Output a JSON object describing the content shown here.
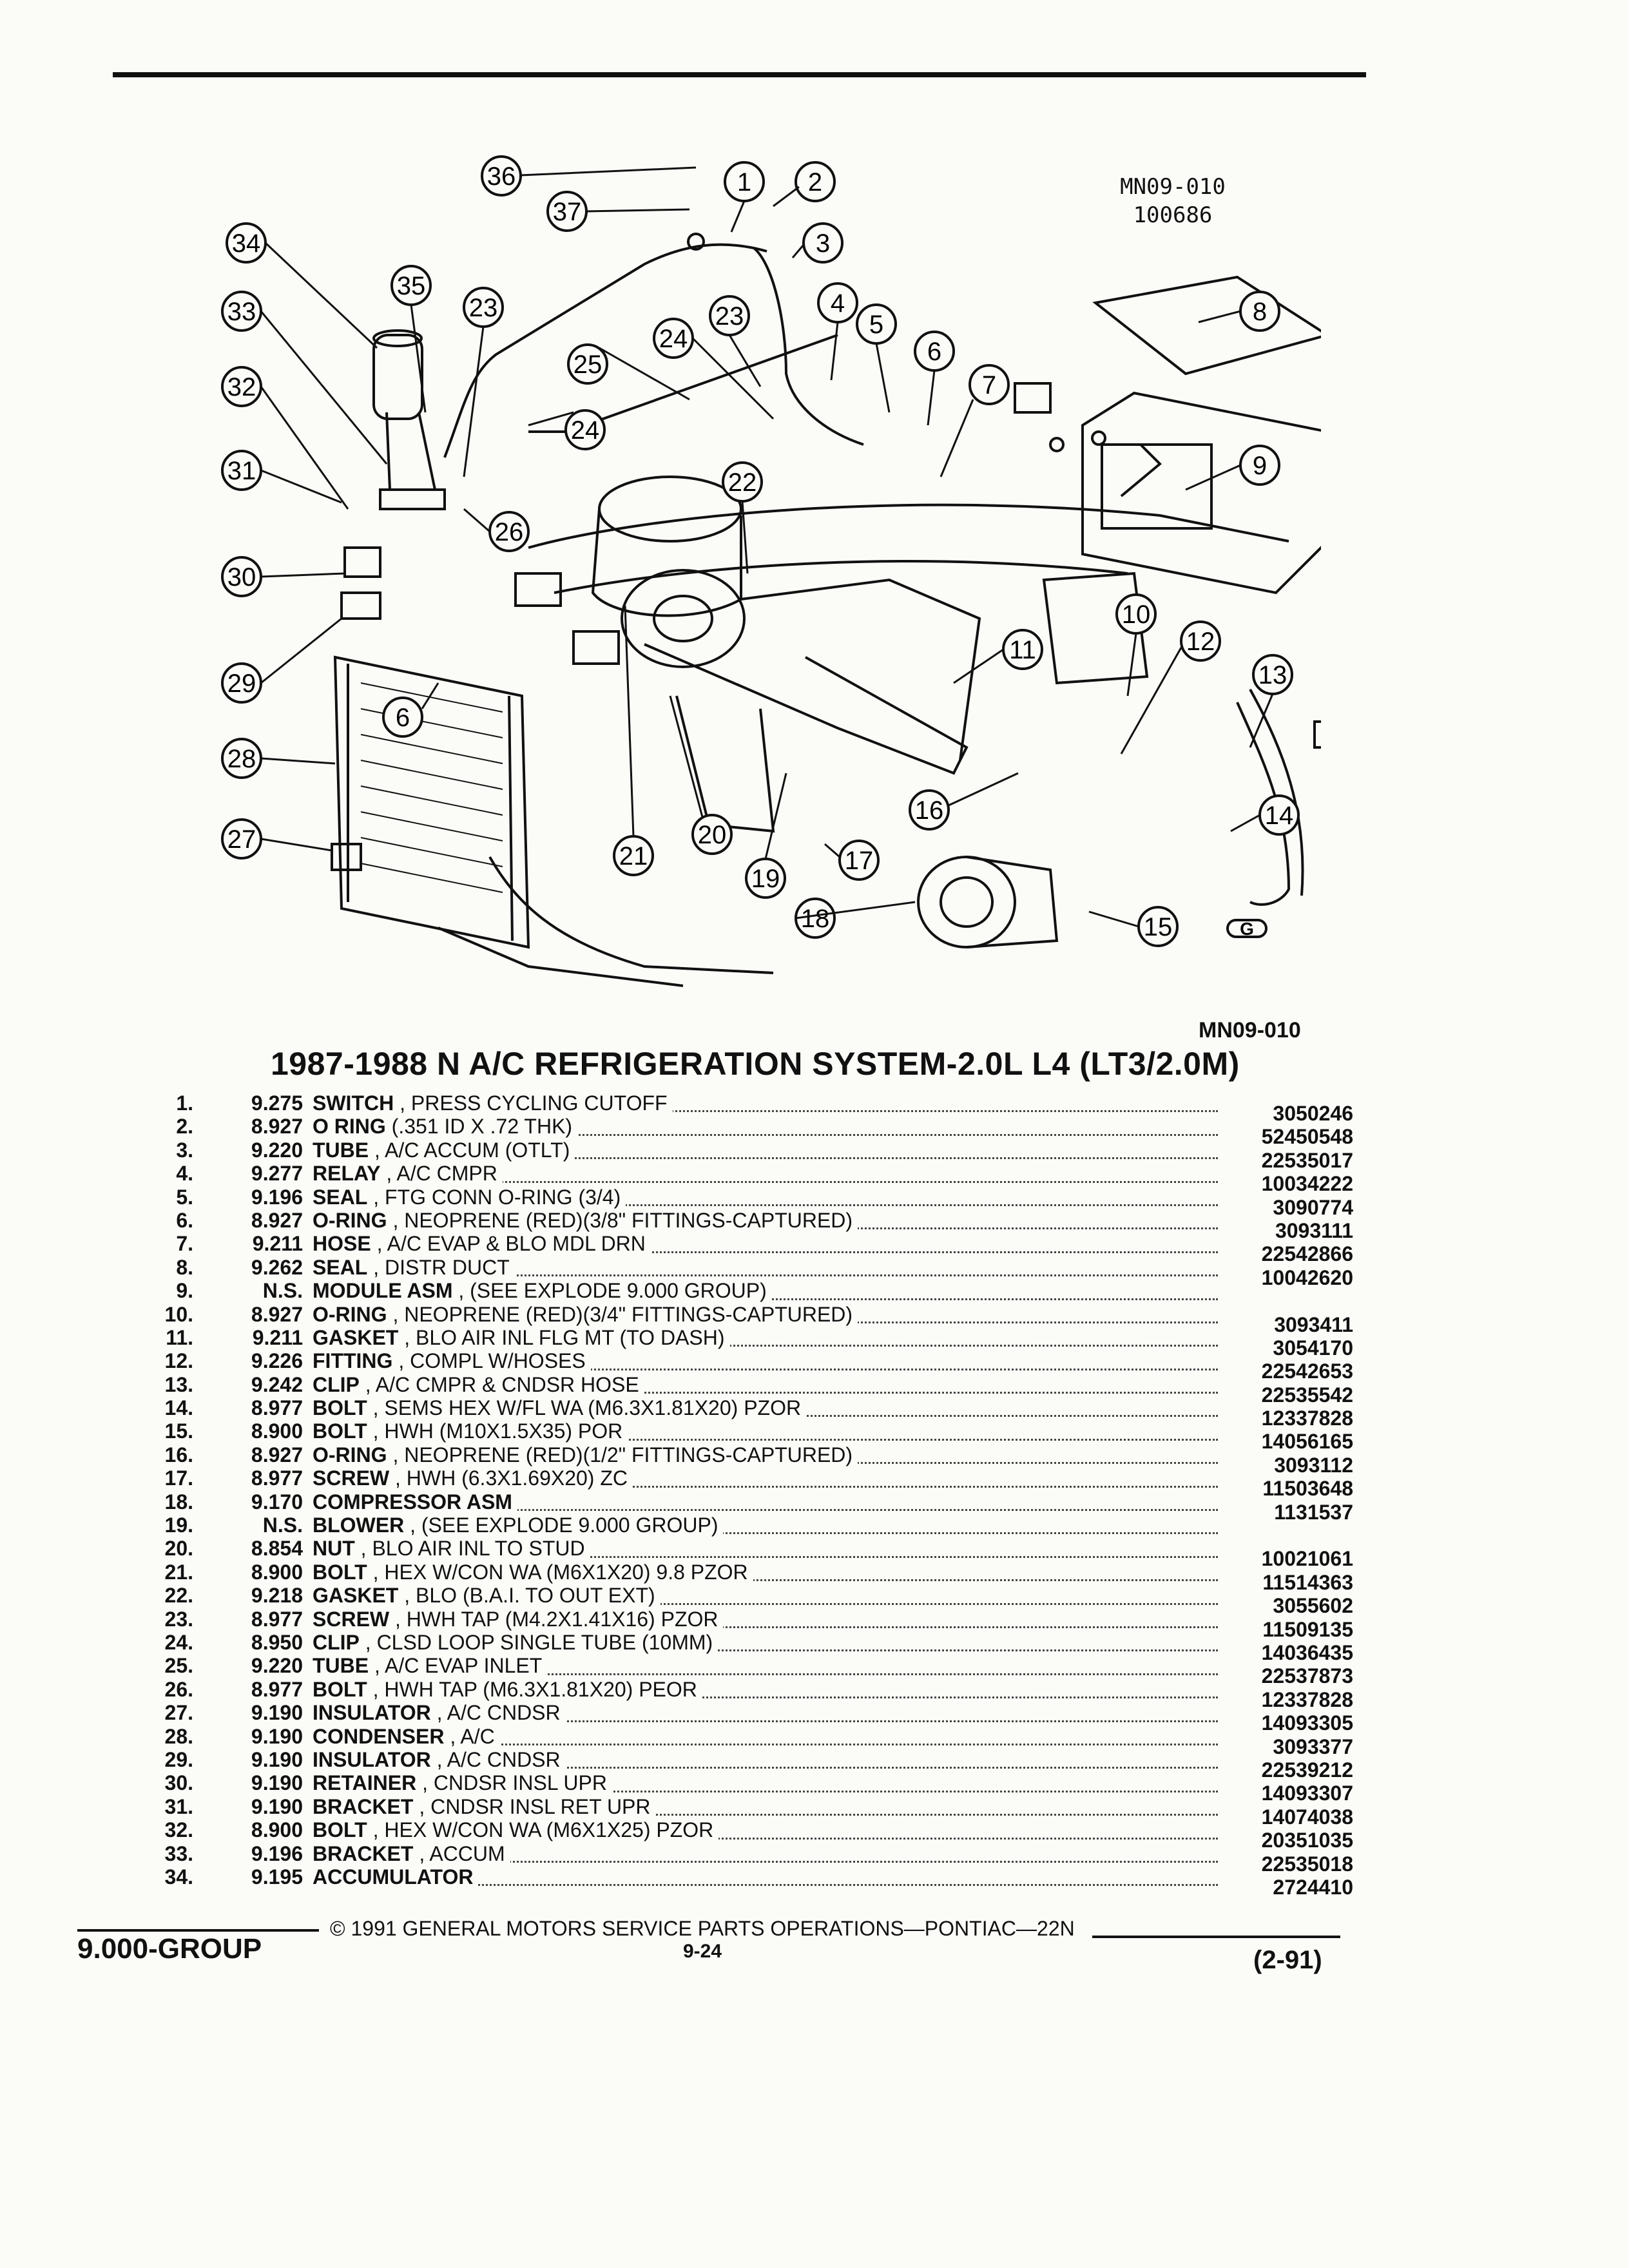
{
  "header": {
    "sheet_id": "MN09-010",
    "sheet_date": "100686"
  },
  "diagram": {
    "figure_id": "MN09-010",
    "callouts": [
      "1",
      "2",
      "3",
      "4",
      "5",
      "6",
      "7",
      "8",
      "9",
      "10",
      "11",
      "12",
      "13",
      "14",
      "15",
      "16",
      "17",
      "18",
      "19",
      "20",
      "21",
      "22",
      "23",
      "24",
      "25",
      "26",
      "27",
      "28",
      "29",
      "30",
      "31",
      "32",
      "33",
      "34",
      "35",
      "36",
      "37",
      "23",
      "24",
      "6"
    ],
    "mark": "G"
  },
  "title": "1987-1988 N A/C REFRIGERATION SYSTEM-2.0L L4 (LT3/2.0M)",
  "parts": [
    {
      "num": "1.",
      "code": "9.275",
      "name": "SWITCH",
      "detail": " , PRESS CYCLING CUTOFF",
      "part": "3050246"
    },
    {
      "num": "2.",
      "code": "8.927",
      "name": "O RING",
      "detail": " (.351 ID X .72 THK)",
      "part": "52450548"
    },
    {
      "num": "3.",
      "code": "9.220",
      "name": "TUBE",
      "detail": " , A/C ACCUM (OTLT)",
      "part": "22535017"
    },
    {
      "num": "4.",
      "code": "9.277",
      "name": "RELAY",
      "detail": " , A/C CMPR",
      "part": "10034222"
    },
    {
      "num": "5.",
      "code": "9.196",
      "name": "SEAL",
      "detail": " , FTG CONN O-RING (3/4)",
      "part": "3090774"
    },
    {
      "num": "6.",
      "code": "8.927",
      "name": "O-RING",
      "detail": " , NEOPRENE (RED)(3/8\" FITTINGS-CAPTURED)",
      "part": "3093111"
    },
    {
      "num": "7.",
      "code": "9.211",
      "name": "HOSE",
      "detail": " , A/C EVAP & BLO MDL DRN",
      "part": "22542866"
    },
    {
      "num": "8.",
      "code": "9.262",
      "name": "SEAL",
      "detail": " , DISTR DUCT",
      "part": "10042620"
    },
    {
      "num": "9.",
      "code": "N.S.",
      "name": "MODULE ASM",
      "detail": " , (SEE EXPLODE 9.000 GROUP)",
      "part": ""
    },
    {
      "num": "10.",
      "code": "8.927",
      "name": "O-RING",
      "detail": " , NEOPRENE (RED)(3/4\" FITTINGS-CAPTURED)",
      "part": "3093411"
    },
    {
      "num": "11.",
      "code": "9.211",
      "name": "GASKET",
      "detail": " , BLO AIR INL FLG MT (TO DASH)",
      "part": "3054170"
    },
    {
      "num": "12.",
      "code": "9.226",
      "name": "FITTING",
      "detail": " , COMPL W/HOSES",
      "part": "22542653"
    },
    {
      "num": "13.",
      "code": "9.242",
      "name": "CLIP",
      "detail": " , A/C CMPR & CNDSR HOSE",
      "part": "22535542"
    },
    {
      "num": "14.",
      "code": "8.977",
      "name": "BOLT",
      "detail": " , SEMS HEX W/FL WA (M6.3X1.81X20) PZOR",
      "part": "12337828"
    },
    {
      "num": "15.",
      "code": "8.900",
      "name": "BOLT",
      "detail": " , HWH (M10X1.5X35) POR",
      "part": "14056165"
    },
    {
      "num": "16.",
      "code": "8.927",
      "name": "O-RING",
      "detail": " , NEOPRENE (RED)(1/2\" FITTINGS-CAPTURED)",
      "part": "3093112"
    },
    {
      "num": "17.",
      "code": "8.977",
      "name": "SCREW",
      "detail": " , HWH (6.3X1.69X20) ZC",
      "part": "11503648"
    },
    {
      "num": "18.",
      "code": "9.170",
      "name": "COMPRESSOR ASM",
      "detail": "",
      "part": "1131537"
    },
    {
      "num": "19.",
      "code": "N.S.",
      "name": "BLOWER",
      "detail": " , (SEE EXPLODE 9.000 GROUP)",
      "part": ""
    },
    {
      "num": "20.",
      "code": "8.854",
      "name": "NUT",
      "detail": " , BLO AIR INL TO STUD",
      "part": "10021061"
    },
    {
      "num": "21.",
      "code": "8.900",
      "name": "BOLT",
      "detail": " , HEX W/CON WA (M6X1X20) 9.8 PZOR",
      "part": "11514363"
    },
    {
      "num": "22.",
      "code": "9.218",
      "name": "GASKET",
      "detail": " , BLO (B.A.I. TO OUT EXT)",
      "part": "3055602"
    },
    {
      "num": "23.",
      "code": "8.977",
      "name": "SCREW",
      "detail": " , HWH TAP (M4.2X1.41X16) PZOR",
      "part": "11509135"
    },
    {
      "num": "24.",
      "code": "8.950",
      "name": "CLIP",
      "detail": " , CLSD LOOP SINGLE TUBE (10MM)",
      "part": "14036435"
    },
    {
      "num": "25.",
      "code": "9.220",
      "name": "TUBE",
      "detail": " , A/C EVAP INLET",
      "part": "22537873"
    },
    {
      "num": "26.",
      "code": "8.977",
      "name": "BOLT",
      "detail": " , HWH TAP (M6.3X1.81X20) PEOR",
      "part": "12337828"
    },
    {
      "num": "27.",
      "code": "9.190",
      "name": "INSULATOR",
      "detail": " , A/C CNDSR",
      "part": "14093305"
    },
    {
      "num": "28.",
      "code": "9.190",
      "name": "CONDENSER",
      "detail": " , A/C",
      "part": "3093377"
    },
    {
      "num": "29.",
      "code": "9.190",
      "name": "INSULATOR",
      "detail": " , A/C CNDSR",
      "part": "22539212"
    },
    {
      "num": "30.",
      "code": "9.190",
      "name": "RETAINER",
      "detail": " , CNDSR INSL UPR",
      "part": "14093307"
    },
    {
      "num": "31.",
      "code": "9.190",
      "name": "BRACKET",
      "detail": " , CNDSR INSL RET UPR",
      "part": "14074038"
    },
    {
      "num": "32.",
      "code": "8.900",
      "name": "BOLT",
      "detail": " , HEX W/CON WA (M6X1X25) PZOR",
      "part": "20351035"
    },
    {
      "num": "33.",
      "code": "9.196",
      "name": "BRACKET",
      "detail": " , ACCUM",
      "part": "22535018"
    },
    {
      "num": "34.",
      "code": "9.195",
      "name": "ACCUMULATOR",
      "detail": "",
      "part": "2724410"
    }
  ],
  "footer": {
    "group": "9.000-GROUP",
    "copyright": "© 1991 GENERAL MOTORS SERVICE PARTS OPERATIONS—PONTIAC—22N",
    "page": "9-24",
    "revision": "(2-91)"
  },
  "colors": {
    "ink": "#111111",
    "paper": "#fbfbf8"
  }
}
